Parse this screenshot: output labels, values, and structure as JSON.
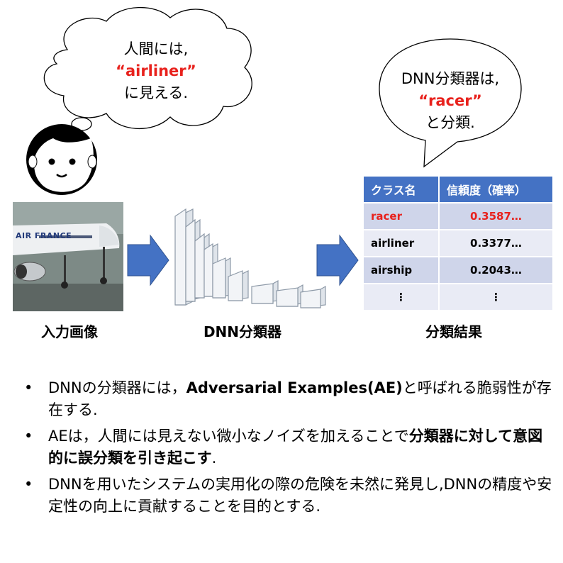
{
  "human_bubble": {
    "line1": "人間には,",
    "highlight": "“airliner”",
    "line3": "に見える."
  },
  "dnn_bubble": {
    "line1": "DNN分類器は,",
    "highlight": "“racer”",
    "line3": "と分類."
  },
  "photo": {
    "livery_text": "AIR FRANCE"
  },
  "captions": {
    "input": "入力画像",
    "classifier": "DNN分類器",
    "result": "分類結果"
  },
  "table": {
    "headers": [
      "クラス名",
      "信頼度（確率）"
    ],
    "rows": [
      {
        "name": "racer",
        "value": "0.3587…",
        "highlight": true
      },
      {
        "name": "airliner",
        "value": "0.3377…",
        "highlight": false
      },
      {
        "name": "airship",
        "value": "0.2043…",
        "highlight": false
      },
      {
        "name": "⋮",
        "value": "⋮",
        "highlight": false
      }
    ]
  },
  "bullets": {
    "b1_pre": "DNNの分類器には，",
    "b1_bold": "Adversarial Examples(AE)",
    "b1_post": "と呼ばれる脆弱性が存在する.",
    "b2_pre": "AEは，人間には見えない微小なノイズを加えることで",
    "b2_bold": "分類器に対して意図的に誤分類を引き起こす",
    "b2_post": ".",
    "b3": "DNNを用いたシステムの実用化の際の危険を未然に発見し,DNNの精度や安定性の向上に貢献することを目的とする."
  },
  "bullet_symbol": "•",
  "colors": {
    "accent_red": "#e8211c",
    "table_header": "#4472c4",
    "table_row_odd": "#cfd5ea",
    "table_row_even": "#e9ebf5",
    "arrow_blue": "#4472c4"
  }
}
